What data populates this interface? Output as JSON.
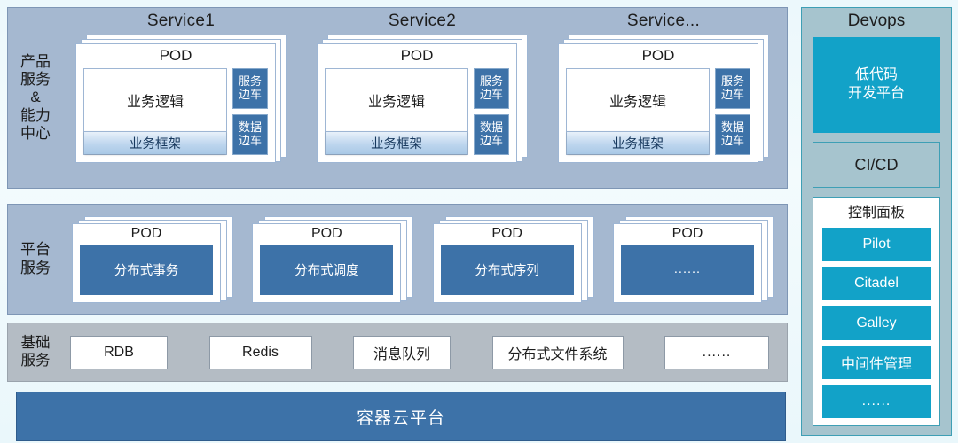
{
  "rows": {
    "products": {
      "label_lines": [
        "产品",
        "服务",
        "&",
        "能力",
        "中心"
      ],
      "services": [
        {
          "title": "Service1",
          "pod_title": "POD",
          "business_logic": "业务逻辑",
          "business_framework": "业务框架",
          "sidecars": [
            {
              "line1": "服务",
              "line2": "边车"
            },
            {
              "line1": "数据",
              "line2": "边车"
            }
          ]
        },
        {
          "title": "Service2",
          "pod_title": "POD",
          "business_logic": "业务逻辑",
          "business_framework": "业务框架",
          "sidecars": [
            {
              "line1": "服务",
              "line2": "边车"
            },
            {
              "line1": "数据",
              "line2": "边车"
            }
          ]
        },
        {
          "title": "Service...",
          "pod_title": "POD",
          "business_logic": "业务逻辑",
          "business_framework": "业务框架",
          "sidecars": [
            {
              "line1": "服务",
              "line2": "边车"
            },
            {
              "line1": "数据",
              "line2": "边车"
            }
          ]
        }
      ]
    },
    "platform": {
      "label_lines": [
        "平台",
        "服务"
      ],
      "pods": [
        {
          "pod_title": "POD",
          "name": "分布式事务"
        },
        {
          "pod_title": "POD",
          "name": "分布式调度"
        },
        {
          "pod_title": "POD",
          "name": "分布式序列"
        },
        {
          "pod_title": "POD",
          "name": "......"
        }
      ]
    },
    "infra": {
      "label_lines": [
        "基础",
        "服务"
      ],
      "items": [
        "RDB",
        "Redis",
        "消息队列",
        "分布式文件系统",
        "......"
      ]
    },
    "container": {
      "label": "容器云平台"
    }
  },
  "devops": {
    "title": "Devops",
    "lowcode": {
      "line1": "低代码",
      "line2": "开发平台"
    },
    "cicd": "CI/CD",
    "control_panel": {
      "title": "控制面板",
      "items": [
        "Pilot",
        "Citadel",
        "Galley",
        "中间件管理",
        "......"
      ]
    }
  },
  "colors": {
    "band_blue": "#a5b8d0",
    "band_gray": "#b4bcc4",
    "accent_blue": "#3d72a8",
    "devops_panel": "#a6c4ce",
    "devops_accent": "#12a2c8",
    "page_background": "#eef9fc"
  }
}
